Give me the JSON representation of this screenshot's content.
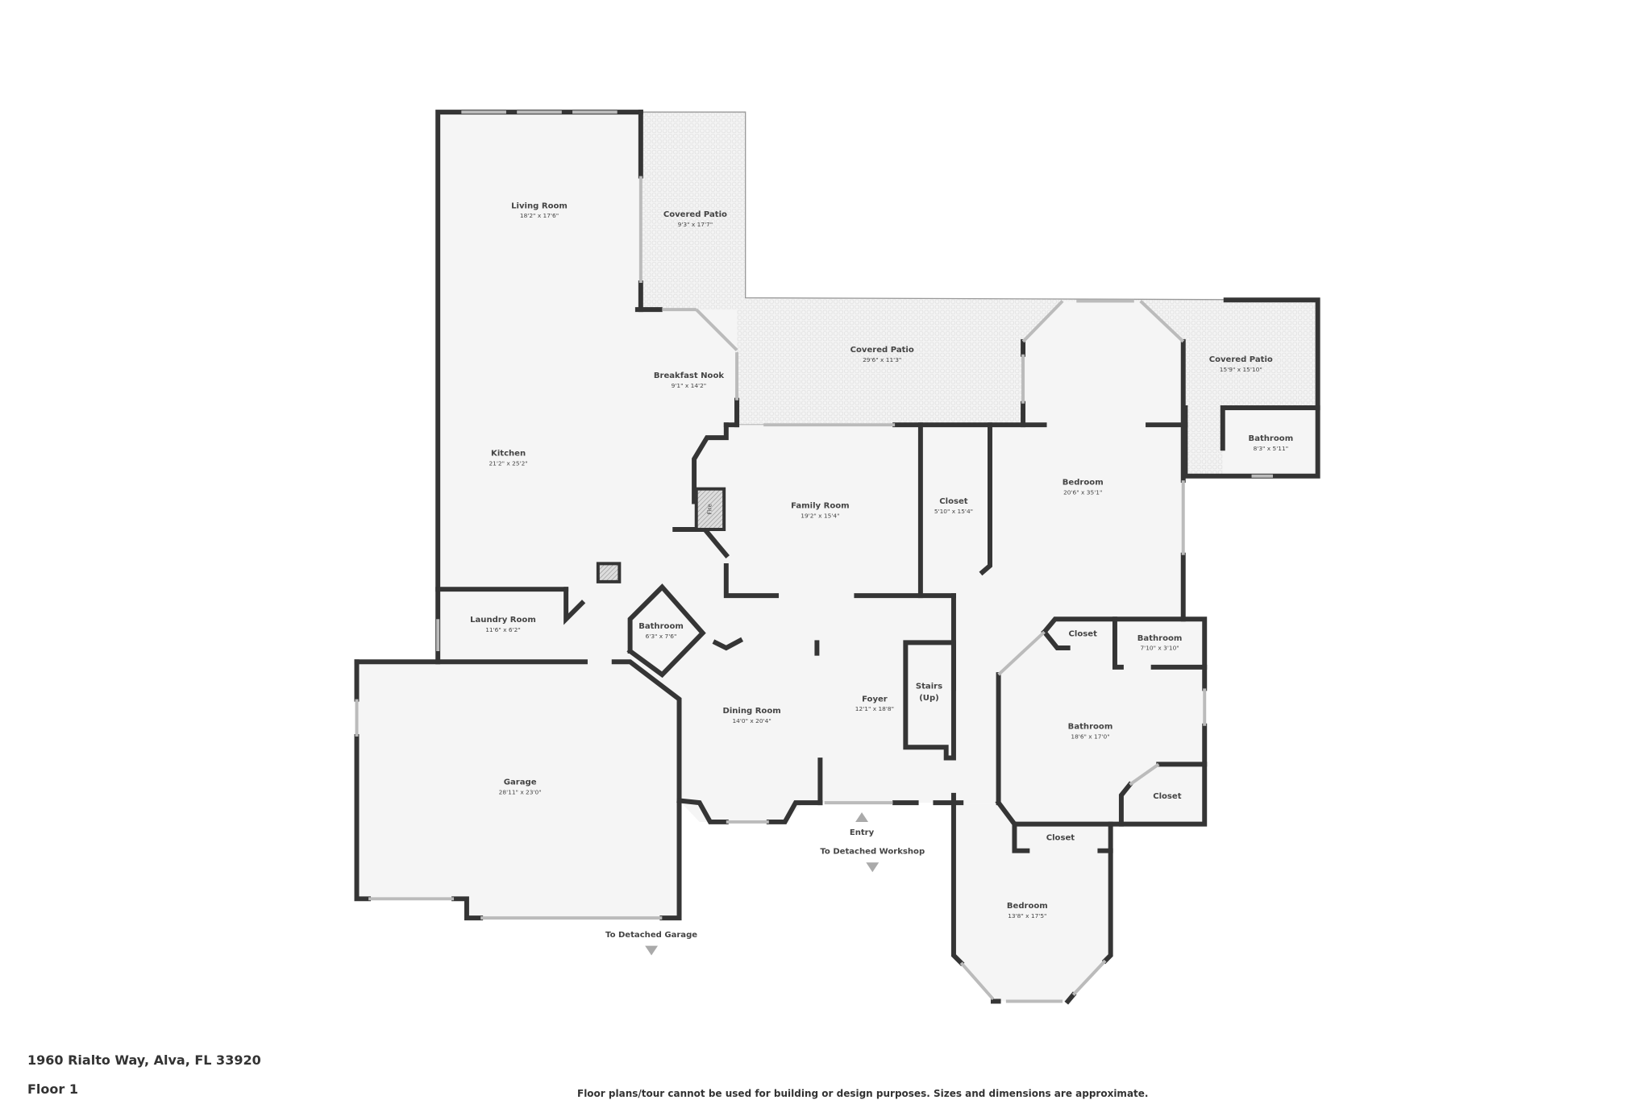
{
  "address": "1960 Rialto Way, Alva, FL 33920",
  "floor_label": "Floor 1",
  "disclaimer": "Floor plans/tour cannot be used for building or design purposes. Sizes and dimensions are approximate.",
  "rooms": [
    {
      "name": "Living Room",
      "dims": "18'2\" x 17'6\""
    },
    {
      "name": "Covered Patio",
      "dims": "9'3\" x 17'7\""
    },
    {
      "name": "Breakfast Nook",
      "dims": "9'1\" x 14'2\""
    },
    {
      "name": "Covered Patio",
      "dims": "29'6\" x 11'3\""
    },
    {
      "name": "Covered Patio",
      "dims": "15'9\" x 15'10\""
    },
    {
      "name": "Bathroom",
      "dims": "8'3\" x 5'11\""
    },
    {
      "name": "Kitchen",
      "dims": "21'2\" x 25'2\""
    },
    {
      "name": "Family Room",
      "dims": "19'2\" x 15'4\""
    },
    {
      "name": "Closet",
      "dims": "5'10\" x 15'4\""
    },
    {
      "name": "Bedroom",
      "dims": "20'6\" x 35'1\""
    },
    {
      "name": "Laundry Room",
      "dims": "11'6\" x 6'2\""
    },
    {
      "name": "Bathroom",
      "dims": "6'3\" x 7'6\""
    },
    {
      "name": "Closet",
      "dims": ""
    },
    {
      "name": "Bathroom",
      "dims": "7'10\" x 3'10\""
    },
    {
      "name": "Stairs",
      "dims": "(Up)"
    },
    {
      "name": "Foyer",
      "dims": "12'1\" x 18'8\""
    },
    {
      "name": "Dining Room",
      "dims": "14'0\" x 20'4\""
    },
    {
      "name": "Bathroom",
      "dims": "18'6\" x 17'0\""
    },
    {
      "name": "Garage",
      "dims": "28'11\" x 23'0\""
    },
    {
      "name": "Closet",
      "dims": ""
    },
    {
      "name": "Closet",
      "dims": ""
    },
    {
      "name": "Bedroom",
      "dims": "13'8\" x 17'5\""
    }
  ],
  "fireplace_label": "Fire",
  "nav": {
    "entry": "Entry",
    "workshop": "To Detached Workshop",
    "garage": "To Detached Garage"
  },
  "colors": {
    "wall": "#353535",
    "floor": "#f5f5f5",
    "arrow": "#aaaaaa"
  }
}
